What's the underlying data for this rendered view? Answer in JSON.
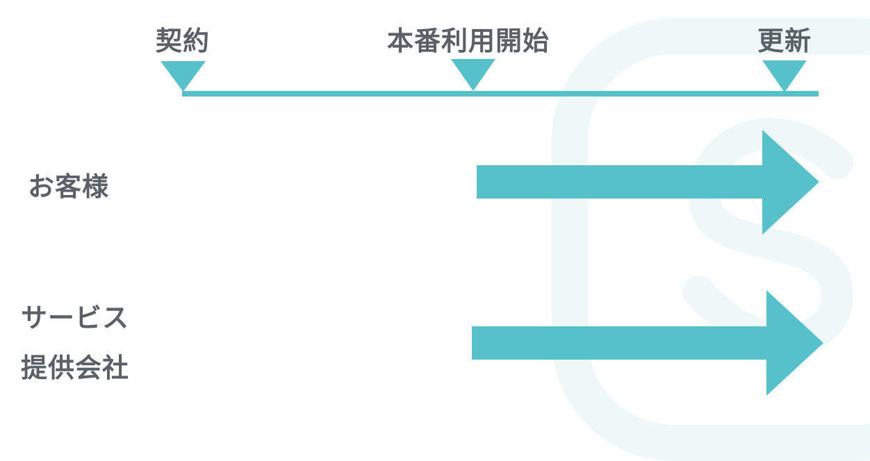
{
  "colors": {
    "accent": "#56c1cb",
    "watermark": "#eef8f8",
    "text": "#5b5f66",
    "background": "#ffffff"
  },
  "timeline": {
    "milestones": [
      {
        "label": "契約"
      },
      {
        "label": "本番利用開始"
      },
      {
        "label": "更新"
      }
    ]
  },
  "rows": [
    {
      "label_lines": [
        "お客様"
      ]
    },
    {
      "label_lines": [
        "サービス",
        "提供会社"
      ]
    }
  ],
  "watermark": {
    "icon": "brand-logo-watermark"
  }
}
